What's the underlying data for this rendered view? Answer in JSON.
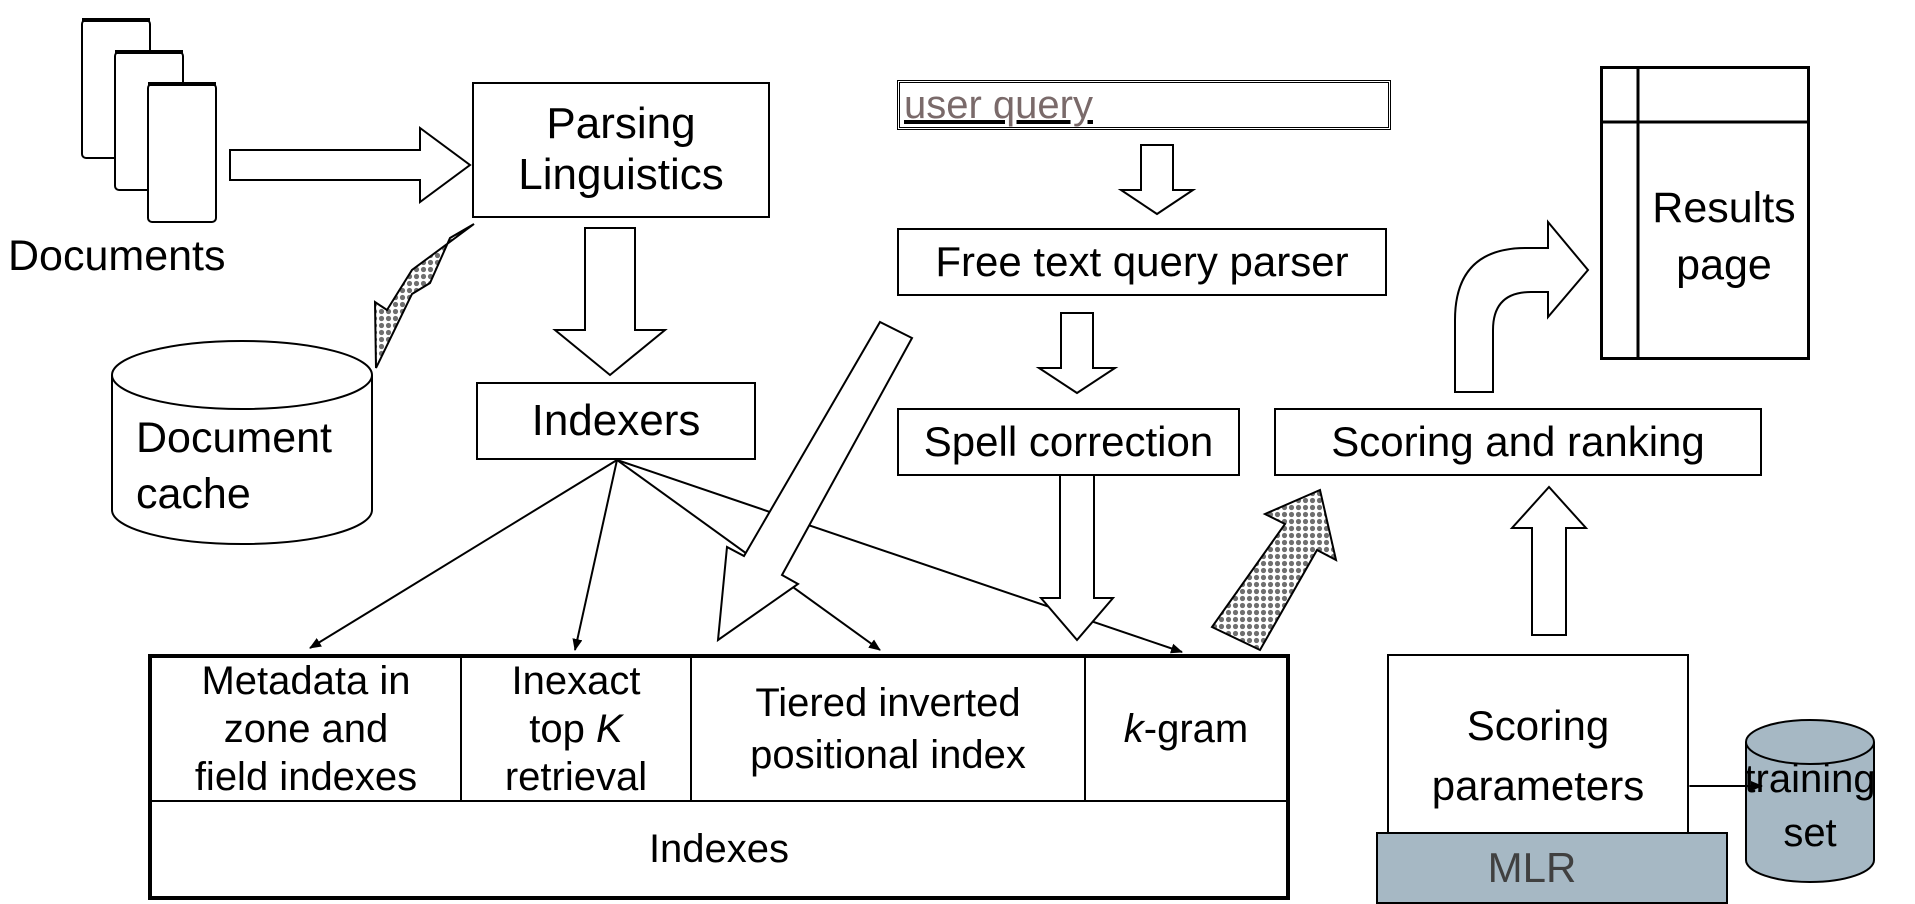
{
  "documents": {
    "label": "Documents"
  },
  "parsing": {
    "line1": "Parsing",
    "line2": "Linguistics"
  },
  "doc_cache": {
    "line1": "Document",
    "line2": "cache"
  },
  "indexers": {
    "label": "Indexers"
  },
  "user_query": {
    "label": "user query"
  },
  "query_parser": {
    "label": "Free text query parser"
  },
  "spell": {
    "label": "Spell correction"
  },
  "scoring": {
    "label": "Scoring and ranking"
  },
  "results": {
    "line1": "Results",
    "line2": "page"
  },
  "indexes": {
    "cells": [
      {
        "lines": [
          "Metadata in",
          "zone and",
          "field indexes"
        ]
      },
      {
        "lines": [
          "Inexact",
          "top K",
          "retrieval"
        ]
      },
      {
        "lines": [
          "Tiered inverted",
          "positional index"
        ]
      },
      {
        "lines": [
          "k-gram"
        ]
      }
    ],
    "footer": "Indexes"
  },
  "scoring_params": {
    "line1": "Scoring",
    "line2": "parameters"
  },
  "mlr": {
    "label": "MLR"
  },
  "training_set": {
    "line1": "training",
    "line2": "set"
  },
  "colors": {
    "highlight": "#a6b8c4",
    "pattern": "#7f7f7f",
    "line": "#000000"
  }
}
